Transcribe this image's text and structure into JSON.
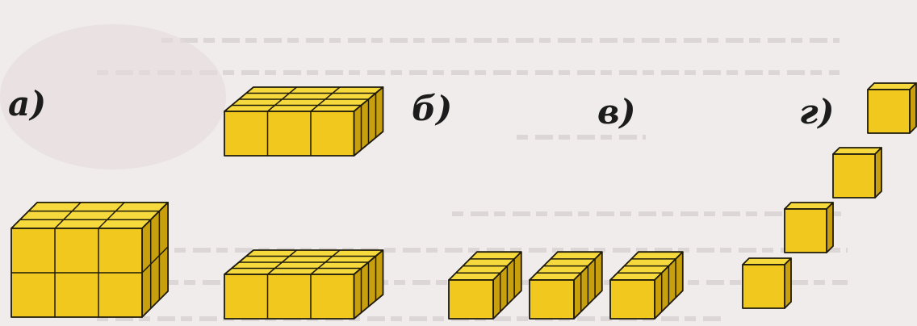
{
  "labels": {
    "a": "а)",
    "b": "б)",
    "v": "в)",
    "g": "г)"
  },
  "colors": {
    "cube_front": "#f0c81e",
    "cube_top": "#f6d93c",
    "cube_side": "#c8a00e",
    "edge": "#1e1a0a",
    "background": "#efeceb"
  },
  "figures": {
    "a": {
      "description_units": "cubes",
      "columns": 3,
      "rows_deep": 3,
      "layers": 2
    },
    "b": {
      "description_units": "cubes",
      "slabs": 2,
      "columns": 3,
      "rows_deep": 4,
      "layers": 1
    },
    "v": {
      "description_units": "cubes",
      "bars": 3,
      "columns": 1,
      "rows_deep": 4,
      "layers": 1
    },
    "g": {
      "description_units": "cubes",
      "single_cubes": 4
    }
  }
}
